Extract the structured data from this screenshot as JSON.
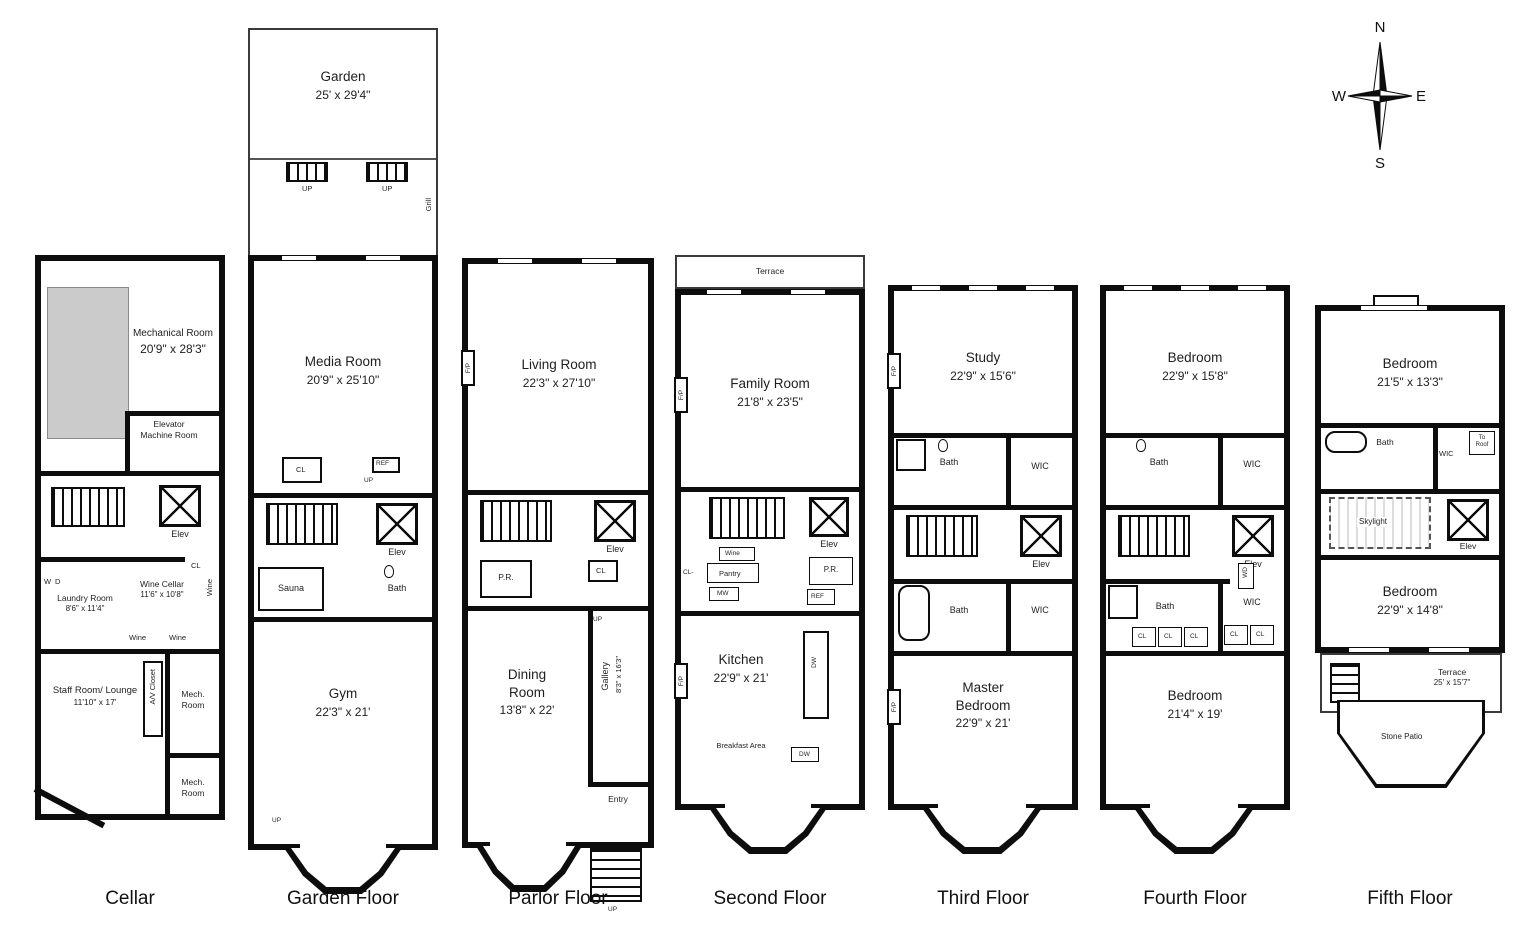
{
  "compass": {
    "n": "N",
    "e": "E",
    "s": "S",
    "w": "W"
  },
  "misc": {
    "up": "UP",
    "elev": "Elev",
    "bath": "Bath",
    "wic": "WIC",
    "cl": "CL",
    "cl_dash": "CL-",
    "fp": "F/P",
    "pr": "P.R.",
    "ref": "REF",
    "dw": "DW",
    "mw": "MW",
    "wd": "WD",
    "wine": "Wine",
    "w": "W",
    "d": "D",
    "terrace": "Terrace",
    "mech_room": "Mech. Room",
    "grill": "Grill",
    "sauna": "Sauna",
    "entry": "Entry",
    "pantry": "Pantry",
    "skylight": "Skylight",
    "to_roof": "To Roof",
    "stone_patio": "Stone Patio",
    "breakfast_area": "Breakfast Area",
    "av_closet": "A/V Closet",
    "elevator_machine_room": "Elevator Machine Room",
    "gallery": "Gallery"
  },
  "floors": {
    "cellar": {
      "label": "Cellar",
      "mechanical_name": "Mechanical Room",
      "mechanical_dims": "20'9\" x 28'3\"",
      "wine_cellar_name": "Wine Cellar",
      "wine_cellar_dims": "11'6\" x 10'8\"",
      "laundry_name": "Laundry Room",
      "laundry_dims": "8'6\" x 11'4\"",
      "staff_name": "Staff Room/ Lounge",
      "staff_dims": "11'10\" x 17'"
    },
    "garden": {
      "label": "Garden Floor",
      "garden_name": "Garden",
      "garden_dims": "25' x 29'4\"",
      "media_name": "Media Room",
      "media_dims": "20'9\" x 25'10\"",
      "gym_name": "Gym",
      "gym_dims": "22'3\" x 21'"
    },
    "parlor": {
      "label": "Parlor Floor",
      "living_name": "Living Room",
      "living_dims": "22'3\" x 27'10\"",
      "dining_name": "Dining Room",
      "dining_dims": "13'8\" x 22'",
      "gallery_dims": "8'3\" x 16'3\""
    },
    "second": {
      "label": "Second Floor",
      "family_name": "Family Room",
      "family_dims": "21'8\" x 23'5\"",
      "kitchen_name": "Kitchen",
      "kitchen_dims": "22'9\" x 21'"
    },
    "third": {
      "label": "Third Floor",
      "study_name": "Study",
      "study_dims": "22'9\" x 15'6\"",
      "master_name": "Master Bedroom",
      "master_dims": "22'9\" x 21'"
    },
    "fourth": {
      "label": "Fourth Floor",
      "bedroom1_name": "Bedroom",
      "bedroom1_dims": "22'9\" x 15'8\"",
      "bedroom2_name": "Bedroom",
      "bedroom2_dims": "21'4\" x 19'"
    },
    "fifth": {
      "label": "Fifth Floor",
      "bedroom1_name": "Bedroom",
      "bedroom1_dims": "21'5\" x 13'3\"",
      "bedroom2_name": "Bedroom",
      "bedroom2_dims": "22'9\" x 14'8\"",
      "terrace_name": "Terrace",
      "terrace_dims": "25' x 15'7\""
    }
  }
}
